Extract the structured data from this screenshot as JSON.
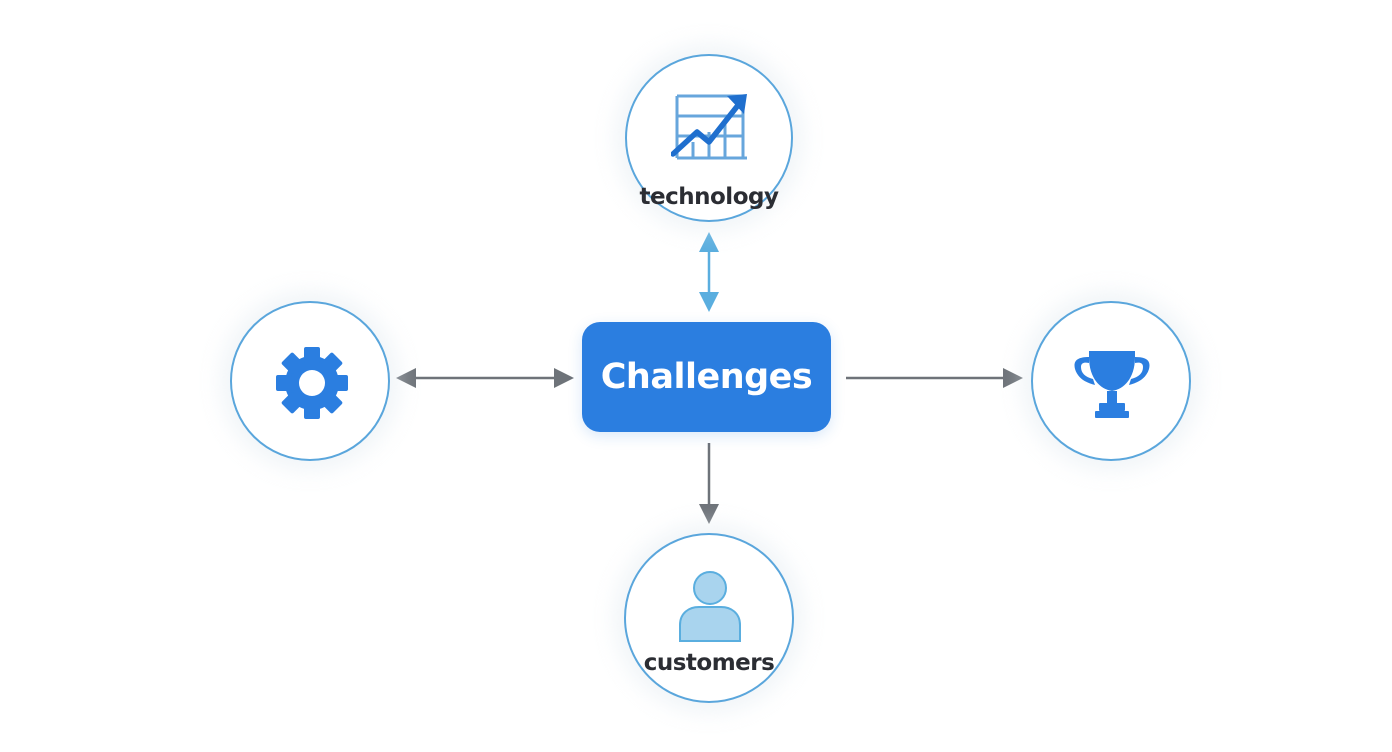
{
  "center": {
    "label": "Challenges"
  },
  "nodes": {
    "technology": {
      "label": "technology",
      "icon": "growth-chart-icon"
    },
    "operations": {
      "icon": "gear-icon"
    },
    "success": {
      "icon": "trophy-icon"
    },
    "customers": {
      "label": "customers",
      "icon": "user-icon"
    }
  },
  "colors": {
    "primary": "#2b7ee0",
    "circle_border": "#5aa6dc",
    "arrow_gray": "#6e7379",
    "arrow_blue": "#5aaedf",
    "icon_light": "#a9d4ee"
  }
}
